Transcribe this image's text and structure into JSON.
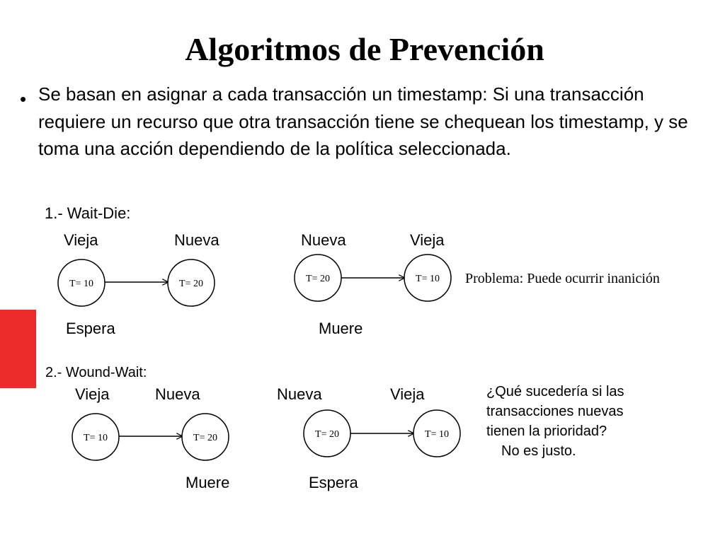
{
  "slide": {
    "title": "Algoritmos de  Prevención",
    "bullet_symbol": "•",
    "body": "Se basan en asignar a cada transacción un timestamp: Si una transacción requiere un recurso que otra transacción tiene se chequean los timestamp, y se toma una acción dependiendo de la política seleccionada.",
    "accent_color": "#ee2b2b"
  },
  "wait_die": {
    "heading": "1.- Wait-Die:",
    "left": {
      "label_from": "Vieja",
      "label_to": "Nueva",
      "node_from": "T= 10",
      "node_to": "T= 20",
      "outcome": "Espera"
    },
    "right": {
      "label_from": "Nueva",
      "label_to": "Vieja",
      "node_from": "T= 20",
      "node_to": "T= 10",
      "outcome": "Muere"
    },
    "note": "Problema: Puede ocurrir inanición"
  },
  "wound_wait": {
    "heading": "2.- Wound-Wait:",
    "left": {
      "label_from": "Vieja",
      "label_to": "Nueva",
      "node_from": "T= 10",
      "node_to": "T= 20",
      "outcome": "Muere"
    },
    "right": {
      "label_from": "Nueva",
      "label_to": "Vieja",
      "node_from": "T= 20",
      "node_to": "T= 10",
      "outcome": "Espera"
    },
    "question": {
      "line1": "¿Qué sucedería si las",
      "line2": "transacciones nuevas",
      "line3": "tienen la prioridad?",
      "answer": "No es justo."
    }
  }
}
